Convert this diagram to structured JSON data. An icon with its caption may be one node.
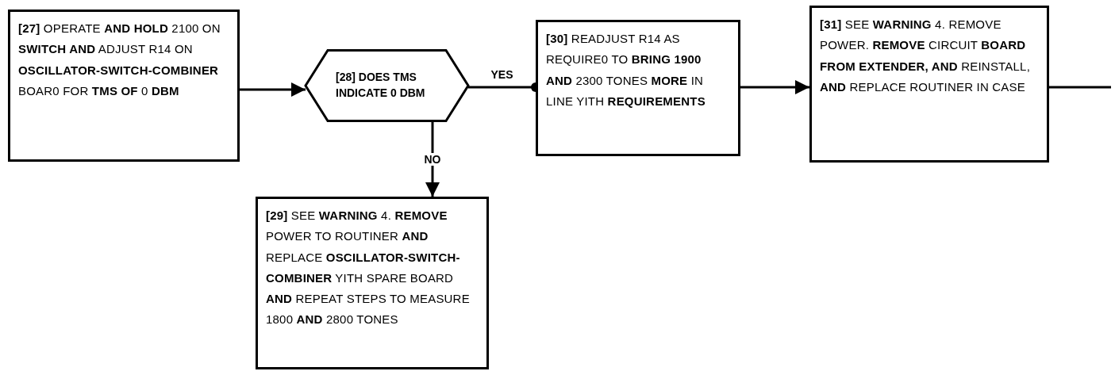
{
  "diagram": {
    "nodes": [
      {
        "text": [
          "**[27]** OPERATE **AND HOLD** 2100 ON **SWITCH AND** ADJUST R14 ON **OSCILLATOR-SWITCH-COMBINER** BOAR0 FOR **TMS OF** 0 **DBM**"
        ]
      },
      {
        "text": [
          "[28] DOES TMS INDICATE 0 DBM"
        ]
      },
      {
        "text": [
          "**[29]** SEE **WARNING** 4. **REMOVE** POWER TO ROUTINER **AND** REPLACE **OSCILLATOR-SWITCH-COMBINER** YITH SPARE BOARD **AND** REPEAT STEPS TO MEASURE 1800 **AND** 2800 TONES"
        ]
      },
      {
        "text": [
          "**[30]** READJUST R14 AS REQUIRE0 TO **BRING 1900 AND** 2300 TONES **MORE** IN LINE YITH **REQUIREMENTS**"
        ]
      },
      {
        "text": [
          "**[31]** SEE **WARNING** 4. REMOVE POWER. **REMOVE** CIRCUIT **BOARD FROM EXTENDER, AND** REINSTALL, **AND** REPLACE ROUTINER IN CASE"
        ]
      }
    ],
    "edges": [
      {
        "from": 0,
        "to": 1,
        "arrow": "to"
      },
      {
        "from": 1,
        "to": 3,
        "arrow": "other",
        "label": "YES"
      },
      {
        "from": 1,
        "to": 2,
        "arrow": "to",
        "label": "NO"
      },
      {
        "from": 3,
        "to": 4,
        "arrow": "to"
      },
      {
        "from": 4,
        "to": null,
        "arrow": "none"
      }
    ]
  }
}
